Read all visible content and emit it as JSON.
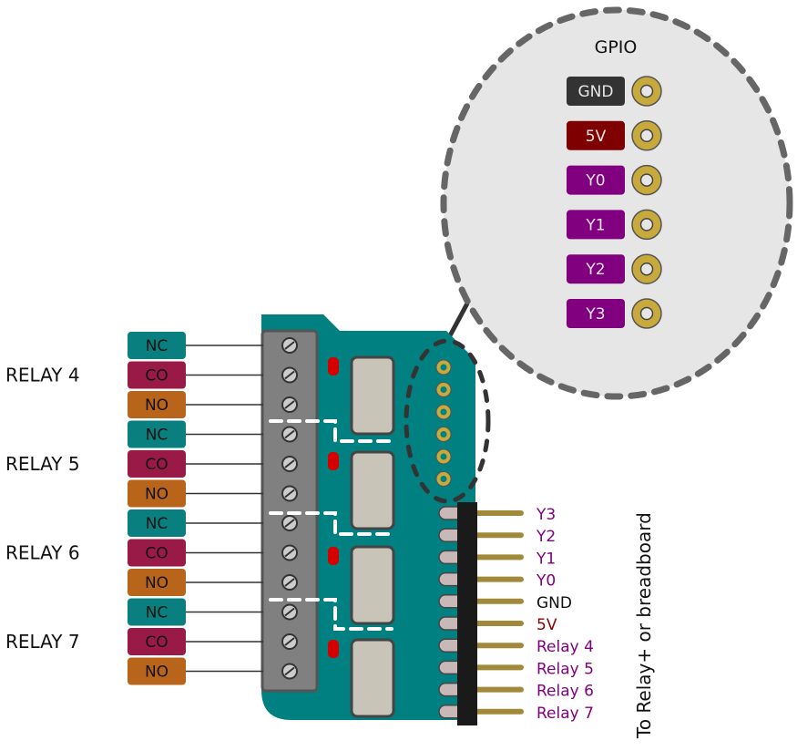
{
  "gpio": {
    "title": "GPIO",
    "pins": [
      {
        "label": "GND",
        "color": "#333333"
      },
      {
        "label": "5V",
        "color": "#7f0000"
      },
      {
        "label": "Y0",
        "color": "#800080"
      },
      {
        "label": "Y1",
        "color": "#800080"
      },
      {
        "label": "Y2",
        "color": "#800080"
      },
      {
        "label": "Y3",
        "color": "#800080"
      }
    ]
  },
  "relays": [
    {
      "label": "RELAY 4",
      "terminals": [
        "NC",
        "CO",
        "NO"
      ]
    },
    {
      "label": "RELAY 5",
      "terminals": [
        "NC",
        "CO",
        "NO"
      ]
    },
    {
      "label": "RELAY 6",
      "terminals": [
        "NC",
        "CO",
        "NO"
      ]
    },
    {
      "label": "RELAY 7",
      "terminals": [
        "NC",
        "CO",
        "NO"
      ]
    }
  ],
  "terminal_colors": {
    "NC": "#0a7f7f",
    "CO": "#991a46",
    "NO": "#b8651b"
  },
  "header_pins": [
    {
      "label": "Y3",
      "color": "#800080"
    },
    {
      "label": "Y2",
      "color": "#800080"
    },
    {
      "label": "Y1",
      "color": "#800080"
    },
    {
      "label": "Y0",
      "color": "#800080"
    },
    {
      "label": "GND",
      "color": "#111111"
    },
    {
      "label": "5V",
      "color": "#8b0000"
    },
    {
      "label": "Relay 4",
      "color": "#800080"
    },
    {
      "label": "Relay 5",
      "color": "#800080"
    },
    {
      "label": "Relay 6",
      "color": "#800080"
    },
    {
      "label": "Relay 7",
      "color": "#800080"
    }
  ],
  "side_note": "To Relay+ or breadboard",
  "colors": {
    "board": "#008080",
    "terminal_block": "#808080",
    "relay_body": "#c8c4b8",
    "led": "#d40000",
    "pad_gold": "#c8a93c",
    "header_black": "#1a1a1a",
    "header_pin": "#a08a3a",
    "zoom_bubble": "#e6e6e6"
  }
}
